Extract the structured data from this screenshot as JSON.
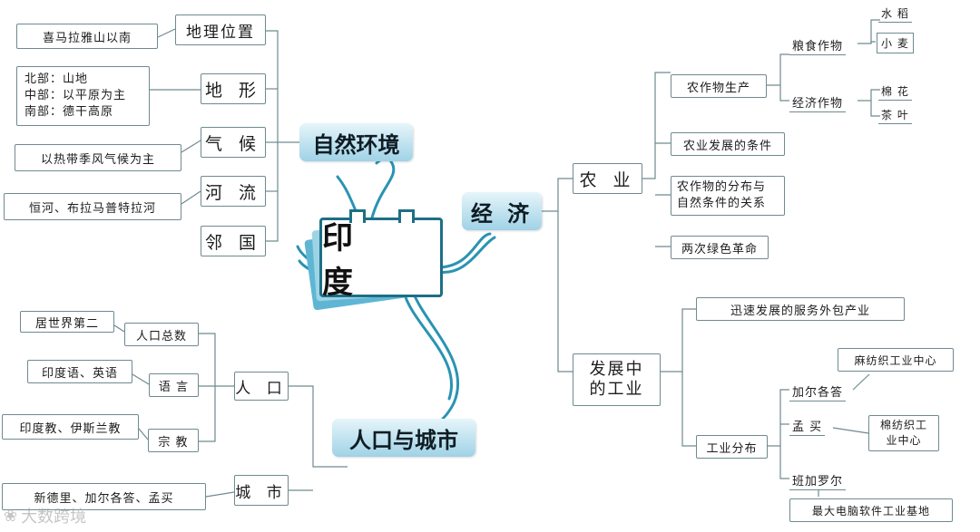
{
  "center": {
    "title": "印  度"
  },
  "branches": {
    "nature": {
      "title": "自然环境",
      "location": {
        "label": "地理位置",
        "detail": "喜马拉雅山以南"
      },
      "terrain": {
        "label": "地 形",
        "details": [
          "北部：山地",
          "中部：以平原为主",
          "南部：德干高原"
        ]
      },
      "climate": {
        "label": "气 候",
        "detail": "以热带季风气候为主"
      },
      "rivers": {
        "label": "河 流",
        "detail": "恒河、布拉马普特拉河"
      },
      "neighbors": {
        "label": "邻 国"
      }
    },
    "economy": {
      "title": "经 济",
      "agriculture": {
        "label": "农 业",
        "production": {
          "label": "农作物生产",
          "grain": {
            "label": "粮食作物",
            "items": [
              "水 稻",
              "小 麦"
            ]
          },
          "cash": {
            "label": "经济作物",
            "items": [
              "棉 花",
              "茶 叶"
            ]
          }
        },
        "conditions": "农业发展的条件",
        "distribution": [
          "农作物的分布与",
          "自然条件的关系"
        ],
        "green_revolution": "两次绿色革命"
      },
      "industry": {
        "label_lines": [
          "发展中",
          "的工业"
        ],
        "outsourcing": "迅速发展的服务外包产业",
        "distribution": {
          "label": "工业分布",
          "kolkata": {
            "label": "加尔各答",
            "detail": "麻纺织工业中心"
          },
          "mumbai": {
            "label": "孟 买",
            "detail_lines": [
              "棉纺织工",
              "业中心"
            ]
          },
          "bangalore": {
            "label": "班加罗尔",
            "detail": "最大电脑软件工业基地"
          }
        }
      }
    },
    "population_cities": {
      "title": "人口与城市",
      "population": {
        "label": "人 口",
        "total": {
          "label": "人口总数",
          "detail": "居世界第二"
        },
        "language": {
          "label": "语 言",
          "detail": "印度语、英语"
        },
        "religion": {
          "label": "宗 教",
          "detail": "印度教、伊斯兰教"
        }
      },
      "cities": {
        "label": "城 市",
        "detail": "新德里、加尔各答、孟买"
      }
    }
  },
  "watermark": {
    "icon": "logo-icon",
    "text": "大数跨境"
  },
  "colors": {
    "main_fill_top": "#e6f5fa",
    "main_fill_bottom": "#9fd2e6",
    "connector": "#6f8a8f",
    "center_border": "#1d6f85",
    "swirl": "#2a93b3"
  }
}
